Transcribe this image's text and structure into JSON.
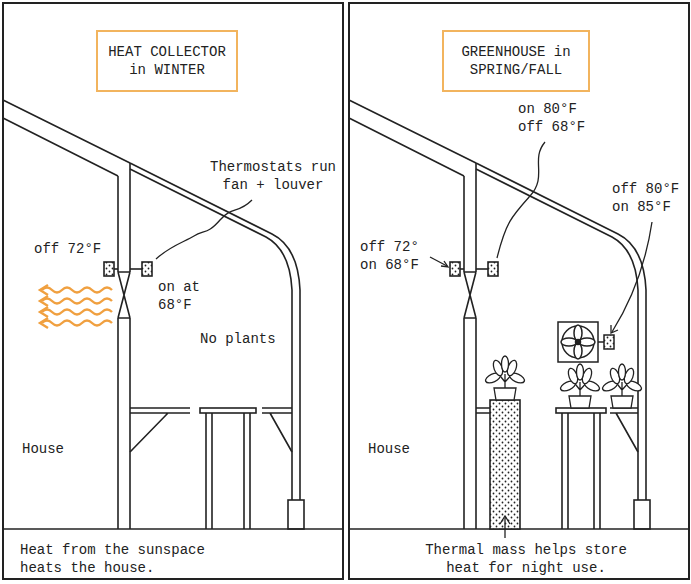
{
  "diagram": {
    "nodes": [
      {
        "text": [
          "HEAT COLLECTOR in WINTER"
        ]
      },
      {
        "text": [
          "GREENHOUSE in SPRING/FALL"
        ]
      }
    ],
    "labels": [
      "Thermostats run fan + louver",
      "off 72°F",
      "on at 68°F",
      "No plants",
      "House",
      "Heat from the sunspace heats the house.",
      "on 80°F off 68°F",
      "off 72° on 68°F",
      "off 80°F on 85°F",
      "House",
      "Thermal mass helps store heat for night use."
    ]
  }
}
